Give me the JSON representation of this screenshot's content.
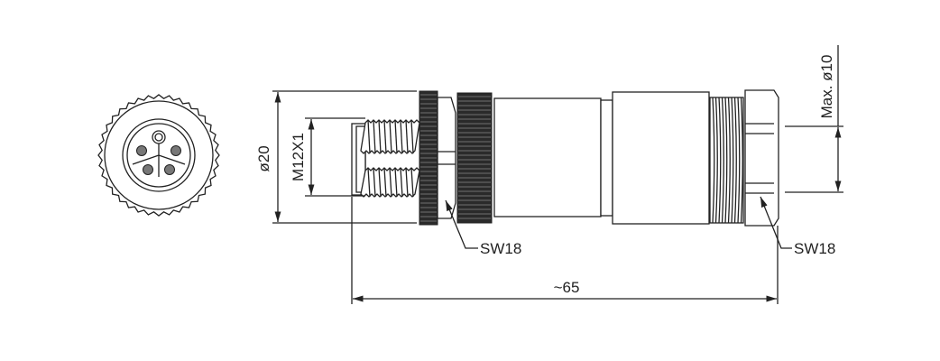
{
  "drawing": {
    "dimensions": {
      "outer_diameter": "ø20",
      "thread": "M12X1",
      "cable_max": "Max. ø10",
      "length": "~65",
      "wrench_size_front": "SW18",
      "wrench_size_rear": "SW18"
    },
    "colors": {
      "line": "#222222",
      "background": "#ffffff"
    }
  }
}
